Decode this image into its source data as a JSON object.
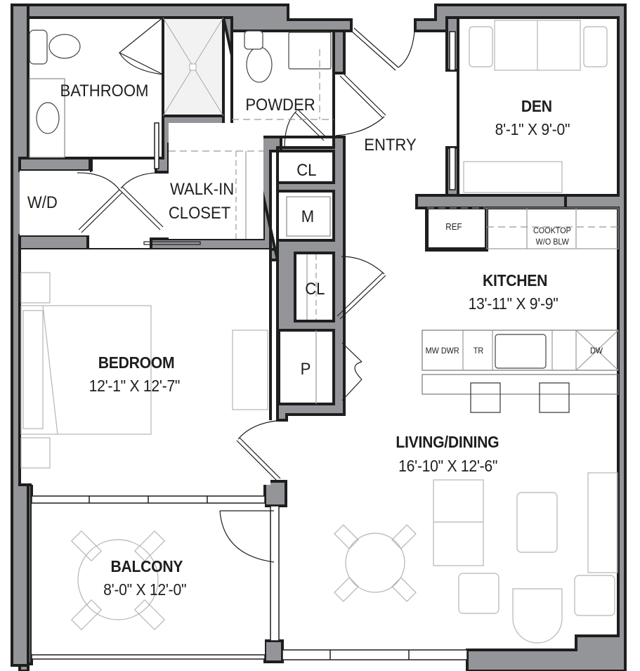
{
  "plan": {
    "colors": {
      "wall": "#939598",
      "outline": "#1e1e1e",
      "furniture": "#b5b5b5",
      "background": "#ffffff"
    },
    "rooms": [
      {
        "id": "bathroom",
        "name": "BATHROOM"
      },
      {
        "id": "powder",
        "name": "POWDER"
      },
      {
        "id": "entry",
        "name": "ENTRY"
      },
      {
        "id": "den",
        "name": "DEN",
        "dims": "8'-1\" X 9'-0\""
      },
      {
        "id": "wd",
        "name": "W/D"
      },
      {
        "id": "walkin",
        "name": "WALK-IN",
        "name2": "CLOSET"
      },
      {
        "id": "cl1",
        "name": "CL"
      },
      {
        "id": "mech",
        "name": "M"
      },
      {
        "id": "cl2",
        "name": "CL"
      },
      {
        "id": "pantry",
        "name": "P"
      },
      {
        "id": "kitchen",
        "name": "KITCHEN",
        "dims": "13'-11\" X 9'-9\""
      },
      {
        "id": "bedroom",
        "name": "BEDROOM",
        "dims": "12'-1\" X 12'-7\""
      },
      {
        "id": "living",
        "name": "LIVING/DINING",
        "dims": "16'-10\" X 12'-6\""
      },
      {
        "id": "balcony",
        "name": "BALCONY",
        "dims": "8'-0\" X 12'-0\""
      }
    ],
    "appliances": {
      "ref": "REF",
      "cooktop": "COOKTOP",
      "cooktop2": "W/O BLW",
      "mw": "MW DWR",
      "tr": "TR",
      "dw": "DW"
    }
  }
}
